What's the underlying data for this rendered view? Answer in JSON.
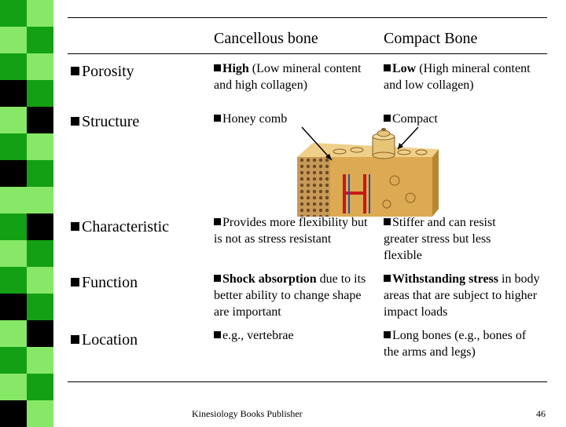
{
  "table": {
    "col_headers": [
      "Cancellous bone",
      "Compact Bone"
    ],
    "rows": [
      {
        "label": "Porosity",
        "cancellous_bold": "High",
        "cancellous": " (Low mineral content and high collagen)",
        "compact_bold": "Low",
        "compact": " (High mineral content and low collagen)"
      },
      {
        "label": "Structure",
        "cancellous": "Honey comb",
        "compact": "Compact"
      },
      {
        "label": "Characteristic",
        "cancellous": "Provides more flexibility but is not as stress resistant",
        "compact": "Stiffer and can resist greater stress but less flexible"
      },
      {
        "label": "Function",
        "cancellous_bold": "Shock absorption",
        "cancellous": " due to its better ability to change shape are important",
        "compact_bold": "Withstanding stress",
        "compact": " in body areas that are subject to higher impact loads"
      },
      {
        "label": "Location",
        "cancellous": "e.g., vertebrae",
        "compact": "Long bones (e.g., bones of the arms and legs)"
      }
    ]
  },
  "footer": {
    "publisher": "Kinesiology Books Publisher",
    "page": "46"
  },
  "colors": {
    "dark_green": "#14a014",
    "light_green": "#86e866",
    "black": "#000000",
    "bone_tan": "#d8a850",
    "blood_red": "#c81818"
  },
  "image": {
    "name": "bone-cross-section"
  }
}
